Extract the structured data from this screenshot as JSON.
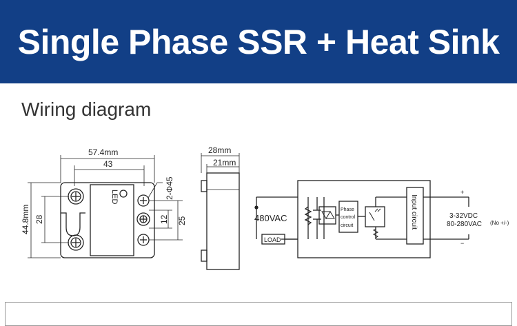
{
  "header": {
    "title": "Single Phase SSR + Heat Sink",
    "bg_color": "#123f86",
    "text_color": "#ffffff"
  },
  "section": {
    "title": "Wiring diagram"
  },
  "front_view": {
    "dim_width_outer": "57.4mm",
    "dim_width_inner": "43",
    "dim_height_outer": "44.8mm",
    "dim_height_inner": "28",
    "dim_hole": "2-Φ45",
    "dim_12": "12",
    "dim_25": "25",
    "led_label": "LED"
  },
  "side_view": {
    "dim_outer": "28mm",
    "dim_inner": "21mm"
  },
  "circuit": {
    "voltage_ac": "480VAC",
    "load_label": "LOAD",
    "phase_line1": "Phase",
    "phase_line2": "control",
    "phase_line3": "circuit",
    "input_label": "Input circuit",
    "input_dc": "3-32VDC",
    "input_ac": "80-280VAC",
    "polarity_note": "(No +/-)",
    "plus": "+",
    "minus": "−"
  }
}
